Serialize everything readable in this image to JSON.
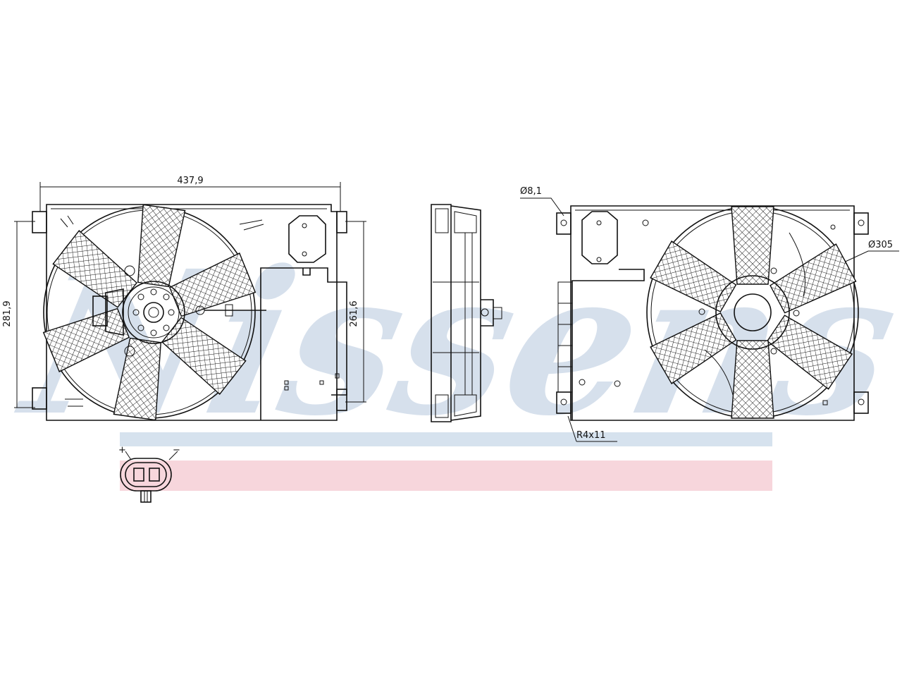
{
  "watermark": {
    "text": "Nissens",
    "color": "#c9d6e6"
  },
  "bands": {
    "top_color": "#d6e2ee",
    "bottom_color": "#f7d6dc"
  },
  "dimensions": {
    "width": "437,9",
    "height_left": "281,9",
    "height_right": "261,6",
    "hole": "Ø8,1",
    "fan_diameter": "Ø305",
    "mount": "R4x11"
  },
  "connector": {
    "plus": "+",
    "minus": "−"
  }
}
